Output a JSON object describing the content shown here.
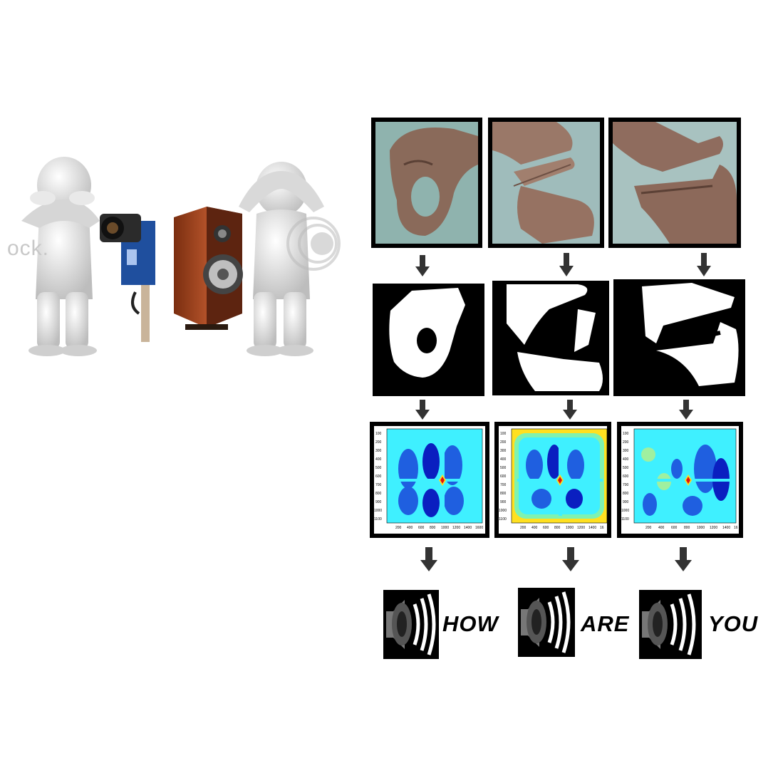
{
  "watermark": {
    "text": "ock."
  },
  "words": [
    {
      "label": "HOW"
    },
    {
      "label": "ARE"
    },
    {
      "label": "YOU"
    }
  ],
  "spectrum_ticks": {
    "panel_1": {
      "x": [
        "200",
        "400",
        "600",
        "800",
        "1000",
        "1200",
        "1400",
        "1600"
      ],
      "y": [
        "100",
        "200",
        "300",
        "400",
        "500",
        "600",
        "700",
        "800",
        "900",
        "1000",
        "1100"
      ]
    },
    "panel_2": {
      "x": [
        "200",
        "400",
        "600",
        "800",
        "1000",
        "1200",
        "1400",
        "16"
      ],
      "y": [
        "100",
        "200",
        "300",
        "400",
        "500",
        "600",
        "700",
        "800",
        "900",
        "1000",
        "1100"
      ]
    },
    "panel_3": {
      "x": [
        "200",
        "400",
        "600",
        "800",
        "1000",
        "1200",
        "1400",
        "16"
      ],
      "y": [
        "100",
        "200",
        "300",
        "400",
        "500",
        "600",
        "700",
        "800",
        "900",
        "1000",
        "1100"
      ]
    }
  },
  "colors": {
    "heat_low": "#3ff0ff",
    "heat_mid": "#1f5fe0",
    "heat_deep": "#0a1fc0",
    "heat_hot": "#e01010",
    "heat_warm": "#ffe020"
  }
}
